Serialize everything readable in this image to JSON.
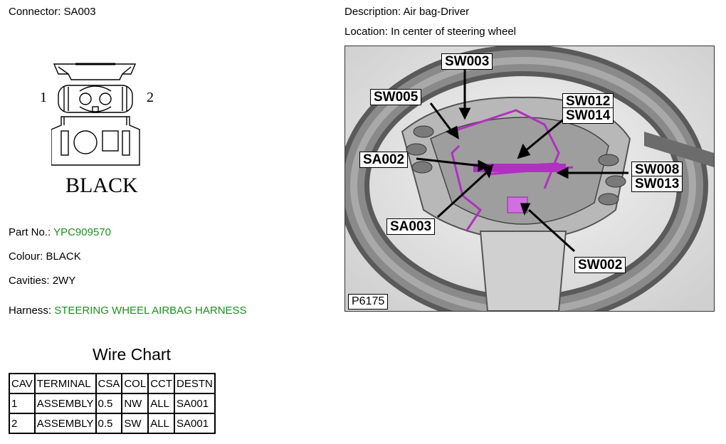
{
  "connector": {
    "label": "Connector:",
    "value": "SA003"
  },
  "diagram": {
    "pin_left": "1",
    "pin_right": "2",
    "color_text": "BLACK"
  },
  "details": {
    "part_no_label": "Part No.:",
    "part_no_value": "YPC909570",
    "colour_label": "Colour:",
    "colour_value": "BLACK",
    "cavities_label": "Cavities:",
    "cavities_value": "2WY",
    "harness_label": "Harness:",
    "harness_value": "STEERING WHEEL AIRBAG HARNESS"
  },
  "description": {
    "label": "Description:",
    "value": "Air bag-Driver"
  },
  "location": {
    "label": "Location:",
    "value": "In center of steering wheel"
  },
  "photo": {
    "id": "P6175",
    "callouts": [
      "SW003",
      "SW005",
      "SW012",
      "SW014",
      "SA002",
      "SW008",
      "SW013",
      "SA003",
      "SW002"
    ]
  },
  "wire_chart": {
    "title": "Wire Chart",
    "headers": [
      "CAV",
      "TERMINAL",
      "CSA",
      "COL",
      "CCT",
      "DESTN"
    ],
    "rows": [
      [
        "1",
        "ASSEMBLY",
        "0.5",
        "NW",
        "ALL",
        "SA001"
      ],
      [
        "2",
        "ASSEMBLY",
        "0.5",
        "SW",
        "ALL",
        "SA001"
      ]
    ]
  },
  "colors": {
    "link_green": "#1e8f1e",
    "harness_magenta": "#b030c0"
  }
}
